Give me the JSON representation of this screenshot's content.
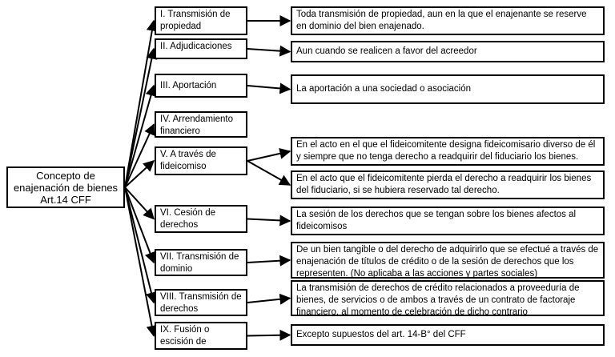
{
  "root": {
    "label": "Concepto de enajenación de bienes Art.14 CFF"
  },
  "categories": [
    {
      "id": "c1",
      "label": "I. Transmisión de propiedad"
    },
    {
      "id": "c2",
      "label": "II. Adjudicaciones"
    },
    {
      "id": "c3",
      "label": "III. Aportación"
    },
    {
      "id": "c4",
      "label": "IV. Arrendamiento financiero"
    },
    {
      "id": "c5",
      "label": "V. A través de fideicomiso"
    },
    {
      "id": "c6",
      "label": "VI. Cesión de derechos"
    },
    {
      "id": "c7",
      "label": "VII. Transmisión de dominio"
    },
    {
      "id": "c8",
      "label": "VIII. Transmisión de derechos"
    },
    {
      "id": "c9",
      "label": "IX. Fusión o escisión de sociedades"
    }
  ],
  "details": [
    {
      "id": "d1",
      "parent": "c1",
      "text": "Toda transmisión de propiedad, aun en la que el enajenante se reserve en dominio del bien enajenado."
    },
    {
      "id": "d2",
      "parent": "c2",
      "text": "Aun cuando se realicen a favor del acreedor"
    },
    {
      "id": "d3",
      "parent": "c3",
      "text": "La aportación a una sociedad o asociación"
    },
    {
      "id": "d4",
      "parent": "c5",
      "text": "En el acto en el que el fideicomitente designa fideicomisario diverso de él y siempre que no tenga derecho a readquirir del fiduciario los bienes."
    },
    {
      "id": "d5",
      "parent": "c5",
      "text": "En el acto que el fideicomitente pierda el derecho a readquirir los bienes del fiduciario, si se hubiera reservado tal derecho."
    },
    {
      "id": "d6",
      "parent": "c6",
      "text": "La sesión de los derechos que se tengan sobre los bienes afectos al fideicomisos"
    },
    {
      "id": "d7",
      "parent": "c7",
      "text": "De un bien tangible o del derecho de adquirirlo que se efectué a través de enajenación de títulos de crédito o de la sesión de derechos que los representen. (No aplicaba a las acciones y partes sociales)"
    },
    {
      "id": "d8",
      "parent": "c8",
      "text": "La transmisión de derechos de crédito relacionados a proveeduría de bienes, de servicios o de ambos a través de un contrato de factoraje financiero, al momento de celebración de dicho contrario"
    },
    {
      "id": "d9",
      "parent": "c9",
      "text": "Excepto supuestos del art. 14-B° del CFF"
    }
  ]
}
